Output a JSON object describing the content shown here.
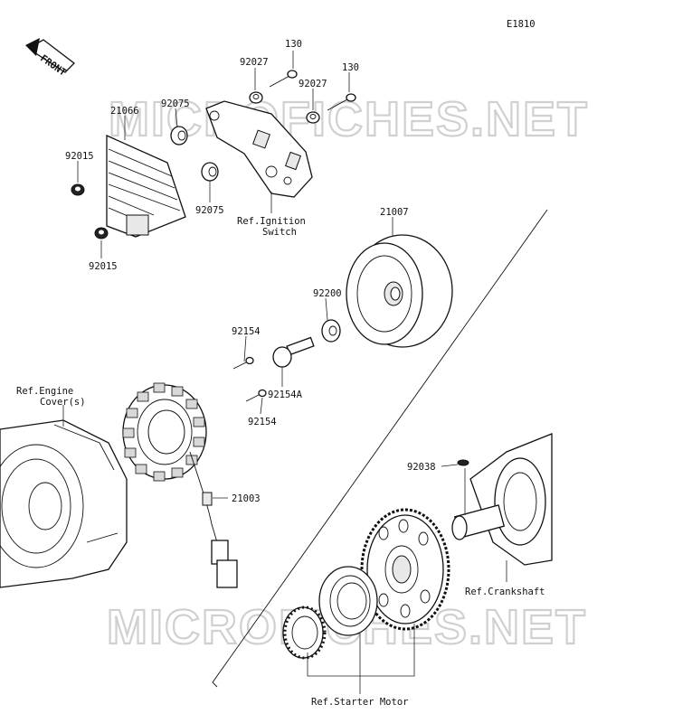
{
  "diagram": {
    "code": "E1810",
    "front_label": "FRONT",
    "watermark": "MICROFICHES.NET",
    "callouts": {
      "c21066": "21066",
      "c92075a": "92075",
      "c92075b": "92075",
      "c92015a": "92015",
      "c92015b": "92015",
      "c92027a": "92027",
      "c92027b": "92027",
      "c130a": "130",
      "c130b": "130",
      "c21007": "21007",
      "c92200": "92200",
      "c92154a": "92154",
      "c92154b": "92154",
      "c92154A": "92154A",
      "c21003": "21003",
      "c92038": "92038"
    },
    "refs": {
      "ignition_1": "Ref.Ignition",
      "ignition_2": "Switch",
      "engine_cover_1": "Ref.Engine",
      "engine_cover_2": "Cover(s)",
      "crankshaft": "Ref.Crankshaft",
      "starter_motor": "Ref.Starter Motor"
    }
  }
}
